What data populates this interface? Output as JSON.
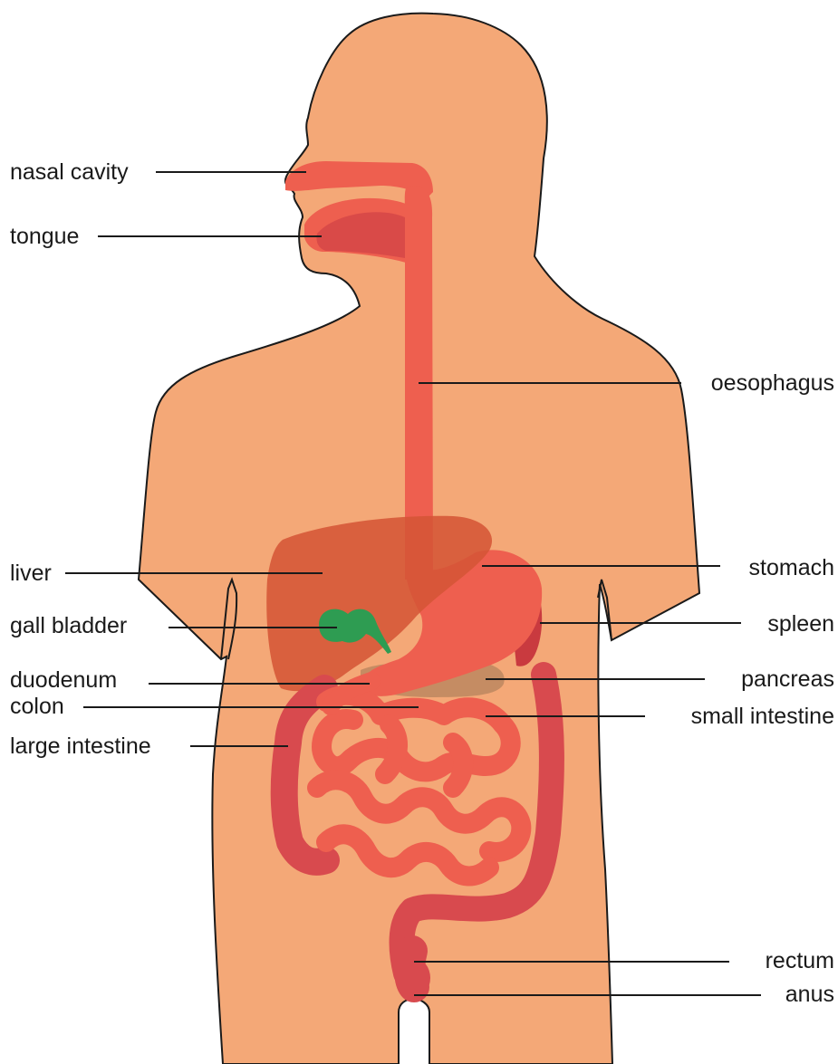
{
  "colors": {
    "skin": "#F4A877",
    "outline": "#1a1a1a",
    "tract": "#EE5F4F",
    "tract_dark": "#D94A48",
    "liver": "#D55537",
    "gall_bladder": "#2E9C52",
    "pancreas": "#C58C63",
    "spleen": "#C93A3F",
    "large_intestine": "#D84A4E",
    "small_intestine": "#EE5F4F",
    "leader_line": "#1a1a1a"
  },
  "labels": {
    "nasal_cavity": "nasal cavity",
    "tongue": "tongue",
    "oesophagus": "oesophagus",
    "liver": "liver",
    "stomach": "stomach",
    "gall_bladder": "gall bladder",
    "spleen": "spleen",
    "duodenum": "duodenum",
    "pancreas": "pancreas",
    "colon": "colon",
    "small_intestine": "small intestine",
    "large_intestine": "large intestine",
    "rectum": "rectum",
    "anus": "anus"
  }
}
